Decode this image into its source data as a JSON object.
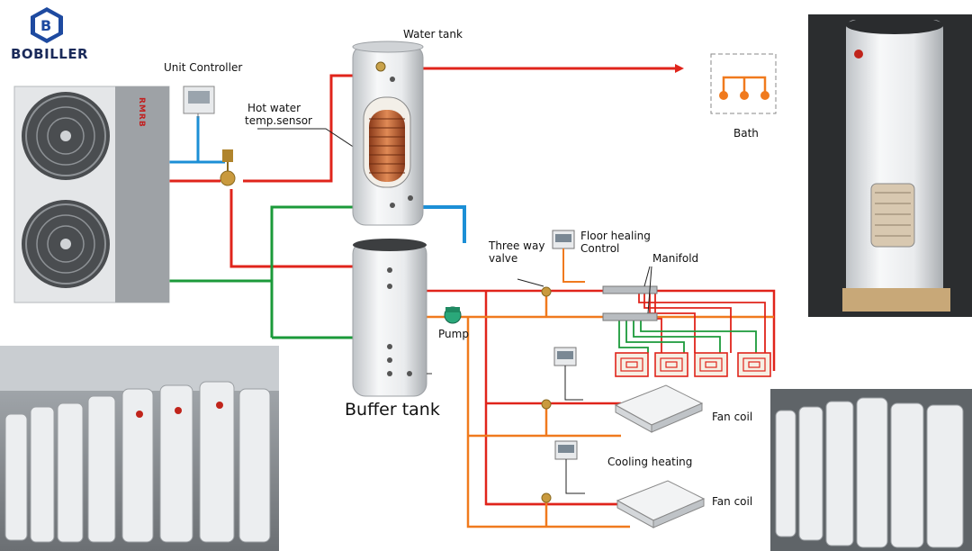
{
  "brand": {
    "name": "BOBILLER",
    "logo_letter": "B"
  },
  "unit": {
    "logo_text": "RMRB"
  },
  "labels": {
    "unit_controller": "Unit Controller",
    "water_tank": "Water tank",
    "hot_water_sensor_1": "Hot water",
    "hot_water_sensor_2": "temp.sensor",
    "bath": "Bath",
    "three_way_1": "Three way",
    "three_way_2": "valve",
    "floor_heating_1": "Floor healing",
    "floor_heating_2": "Control",
    "manifold": "Manifold",
    "pump": "Pump",
    "buffer_tank": "Buffer tank",
    "fan_coil_1": "Fan coil",
    "cooling_heating": "Cooling heating",
    "fan_coil_2": "Fan coil"
  },
  "colors": {
    "hot_pipe": "#e0241b",
    "return_pipe": "#1b9a3a",
    "cold_pipe": "#1c8fd6",
    "branch_pipe": "#f07a1e",
    "brand": "#1a2a5a"
  },
  "icons": [
    "heat-pump-unit",
    "controller-panel",
    "three-way-valve-icon",
    "water-tank",
    "buffer-tank",
    "pump-icon",
    "bath-shower-icon",
    "fan-coil-unit",
    "floor-heating-coil"
  ]
}
